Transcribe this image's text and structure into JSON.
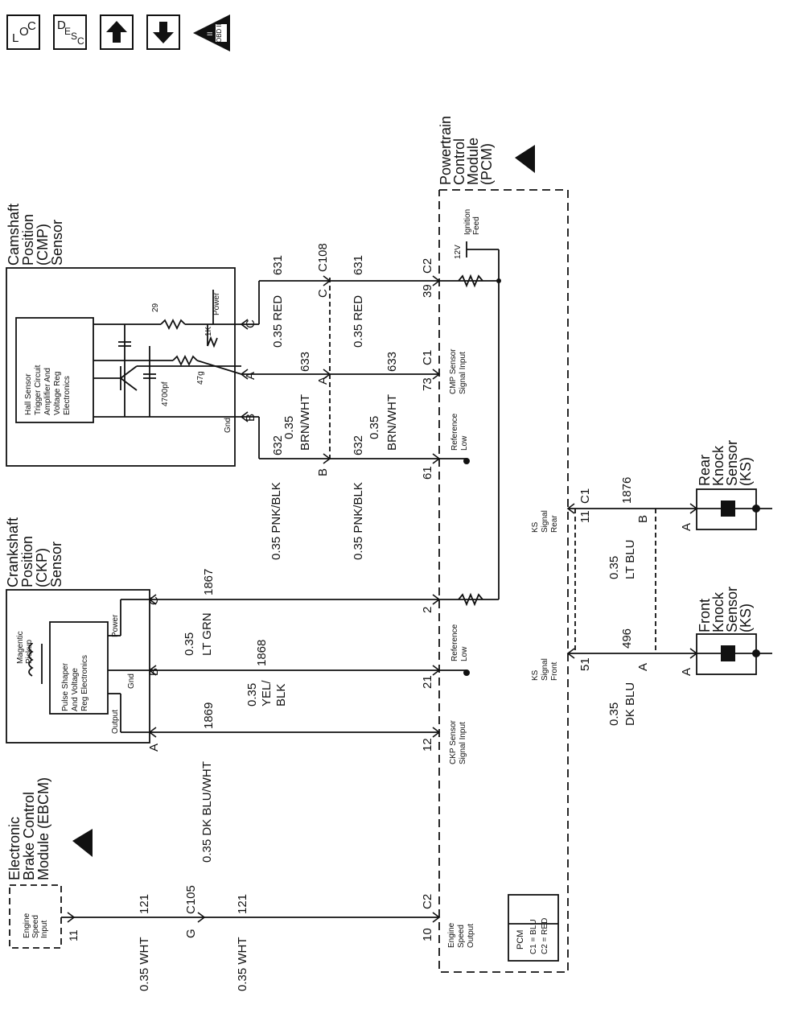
{
  "toolbar": {
    "loc": {
      "l": "L",
      "o": "O",
      "c": "C"
    },
    "desc": {
      "d": "D",
      "e": "E",
      "s": "S",
      "c": "C"
    },
    "obd_label": "OBD II",
    "obd_numeral": "II"
  },
  "components": {
    "cmp": {
      "title": [
        "Camshaft",
        "Position",
        "(CMP)",
        "Sensor"
      ],
      "internal": [
        "Hall Sensor",
        "Trigger Circuit",
        "Amplifier And",
        "Voltage Reg",
        "Electronics"
      ],
      "res29": "29",
      "res1k": "1K",
      "res47": "47g",
      "cap": "4700pf",
      "power": "Power",
      "gnd": "Gnd",
      "pin_c": "C",
      "pin_a": "A",
      "pin_b": "B"
    },
    "ckp": {
      "title": [
        "Crankshaft",
        "Position",
        "(CKP)",
        "Sensor"
      ],
      "pickup": [
        "Magentic",
        "Pickup"
      ],
      "shaper": [
        "Pulse Shaper",
        "And Voltage",
        "Reg Electronics"
      ],
      "power": "Power",
      "gnd": "Gnd",
      "output": "Output",
      "pin_c": "C",
      "pin_b": "B",
      "pin_a": "A"
    },
    "ebcm": {
      "title": [
        "Electronic",
        "Brake Control",
        "Module (EBCM)"
      ],
      "input": [
        "Engine",
        "Speed",
        "Input"
      ],
      "pin": "11"
    },
    "pcm": {
      "title": [
        "Powertrain",
        "Control",
        "Module",
        "(PCM)"
      ],
      "ignition": [
        "Ignition",
        "Feed"
      ],
      "volt": "12V",
      "legend_title": "PCM",
      "legend_c1": "C1 = BLU",
      "legend_c2": "C2 = RED"
    },
    "front_ks": {
      "title": [
        "Front",
        "Knock",
        "Sensor",
        "(KS)"
      ],
      "pin": "A"
    },
    "rear_ks": {
      "title": [
        "Rear",
        "Knock",
        "Sensor",
        "(KS)"
      ],
      "pin": "A"
    }
  },
  "wires": {
    "w631": {
      "gauge": "0.35 RED",
      "circuit": "631",
      "gauge2": "0.35 RED",
      "circuit2": "631"
    },
    "w633": {
      "g1": "0.35",
      "c1": "BRN/WHT",
      "circuit": "633",
      "g2": "0.35",
      "c2": "BRN/WHT",
      "circuit2": "633"
    },
    "w632": {
      "gauge": "0.35 PNK/BLK",
      "circuit": "632",
      "gauge2": "0.35 PNK/BLK",
      "circuit2": "632"
    },
    "w1867": {
      "g": "0.35",
      "c": "LT GRN",
      "circuit": "1867"
    },
    "w1868": {
      "g": "0.35",
      "c1": "YEL/",
      "c2": "BLK",
      "circuit": "1868"
    },
    "w1869": {
      "gauge": "0.35 DK BLU/WHT",
      "circuit": "1869"
    },
    "w121a": {
      "gauge": "0.35 WHT",
      "circuit": "121"
    },
    "w121b": {
      "gauge": "0.35 WHT",
      "circuit": "121"
    },
    "w496": {
      "g": "0.35",
      "c": "DK BLU",
      "circuit": "496"
    },
    "w1876": {
      "g": "0.35",
      "c": "LT BLU",
      "circuit": "1876"
    }
  },
  "connectors": {
    "c108": "C108",
    "c108_c": "C",
    "c108_a": "A",
    "c108_b": "B",
    "c105": "C105",
    "c105_g": "G"
  },
  "pcm_pins": {
    "p39": "39",
    "c2_top": "C2",
    "p73": "73",
    "c1_top": "C1",
    "p61": "61",
    "p2": "2",
    "p21": "21",
    "p12": "12",
    "p10": "10",
    "c2_bottom": "C2",
    "p11": "11",
    "c1_ks": "C1",
    "p51": "51",
    "pin_b": "B",
    "pin_a": "A"
  },
  "pcm_labels": {
    "cmp_input": [
      "CMP Sensor",
      "Signal Input"
    ],
    "ref_low_top": [
      "Reference",
      "Low"
    ],
    "ref_low_mid": [
      "Reference",
      "Low"
    ],
    "ckp_input": [
      "CKP Sensor",
      "Signal Input"
    ],
    "engine_speed": [
      "Engine",
      "Speed",
      "Output"
    ],
    "ks_rear": [
      "KS",
      "Signal",
      "Rear"
    ],
    "ks_front": [
      "KS",
      "Signal",
      "Front"
    ]
  }
}
